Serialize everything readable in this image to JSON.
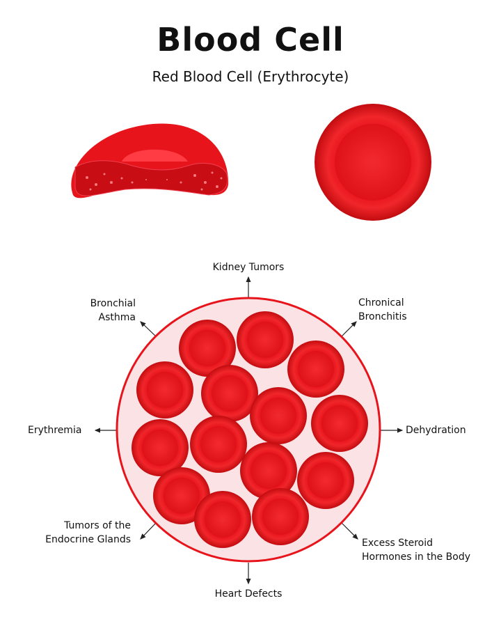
{
  "title": "Blood Cell",
  "subtitle": "Red Blood Cell (Erythrocyte)",
  "labels": {
    "top": "Kidney Tumors",
    "top_left": [
      "Bronchial",
      "Asthma"
    ],
    "top_right": [
      "Chronical",
      "Bronchitis"
    ],
    "left": "Erythremia",
    "right": "Dehydration",
    "bottom_left": [
      "Tumors of the",
      "Endocrine Glands"
    ],
    "bottom_right": [
      "Excess Steroid",
      "Hormones in the Body"
    ],
    "bottom": "Heart Defects"
  },
  "colors": {
    "cell": "#e8141c",
    "cell_dark": "#c40d12",
    "cell_light": "#ff3b3b",
    "circle_fill": "#fbe3e5",
    "circle_stroke": "#e8141c"
  }
}
